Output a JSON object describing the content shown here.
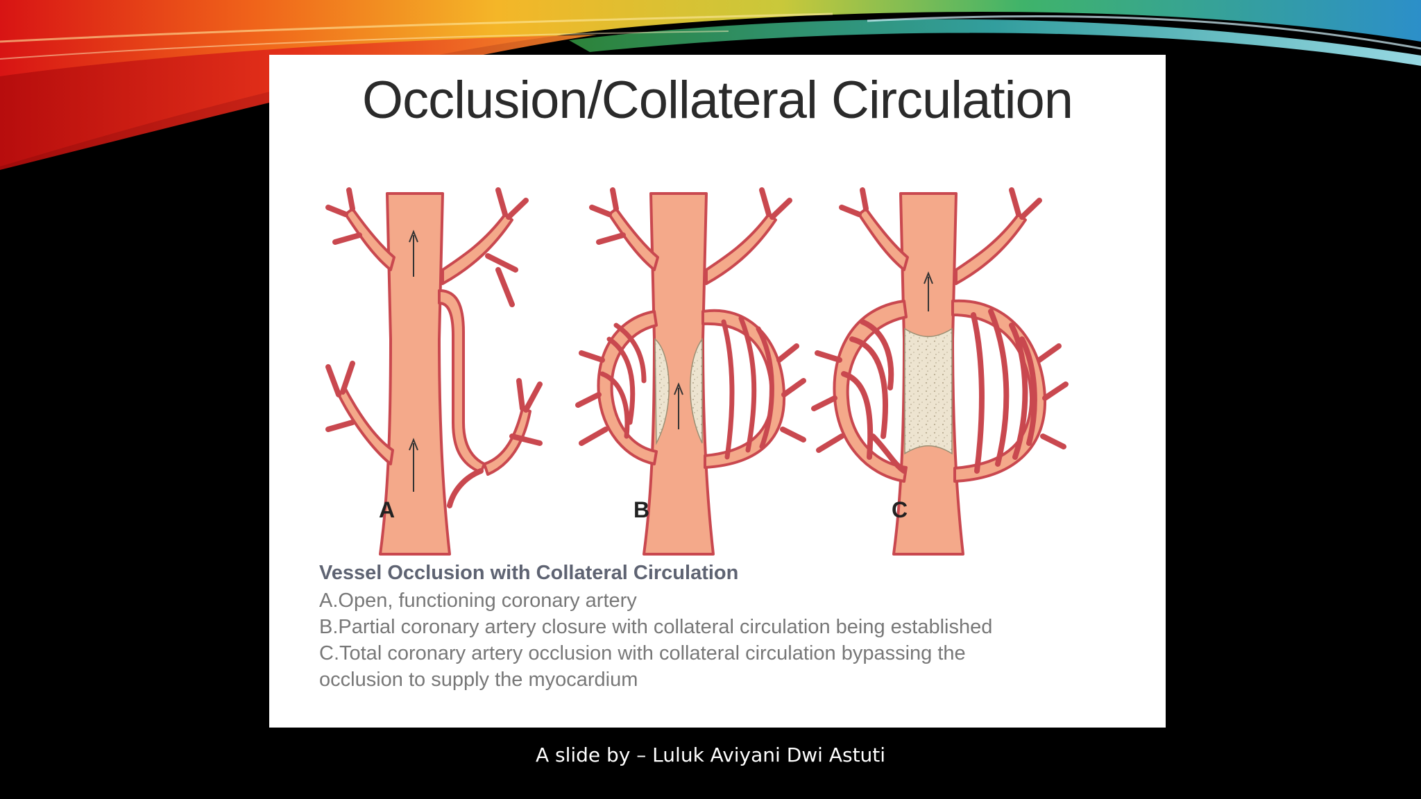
{
  "slide": {
    "panel_title": "Occlusion/Collateral Circulation",
    "figure_labels": [
      "A",
      "B",
      "C"
    ],
    "caption": {
      "title": "Vessel Occlusion with Collateral Circulation",
      "lines": [
        "A.Open, functioning coronary artery",
        "B.Partial coronary artery closure with collateral circulation being established",
        "C.Total coronary artery occlusion with collateral circulation bypassing the",
        "occlusion to supply the myocardium"
      ]
    },
    "footer": "A slide by – Luluk Aviyani Dwi Astuti"
  },
  "colors": {
    "background": "#000000",
    "panel": "#ffffff",
    "artery_fill": "#f4a98a",
    "artery_edge": "#c9484f",
    "plaque": "#ece3cf"
  }
}
